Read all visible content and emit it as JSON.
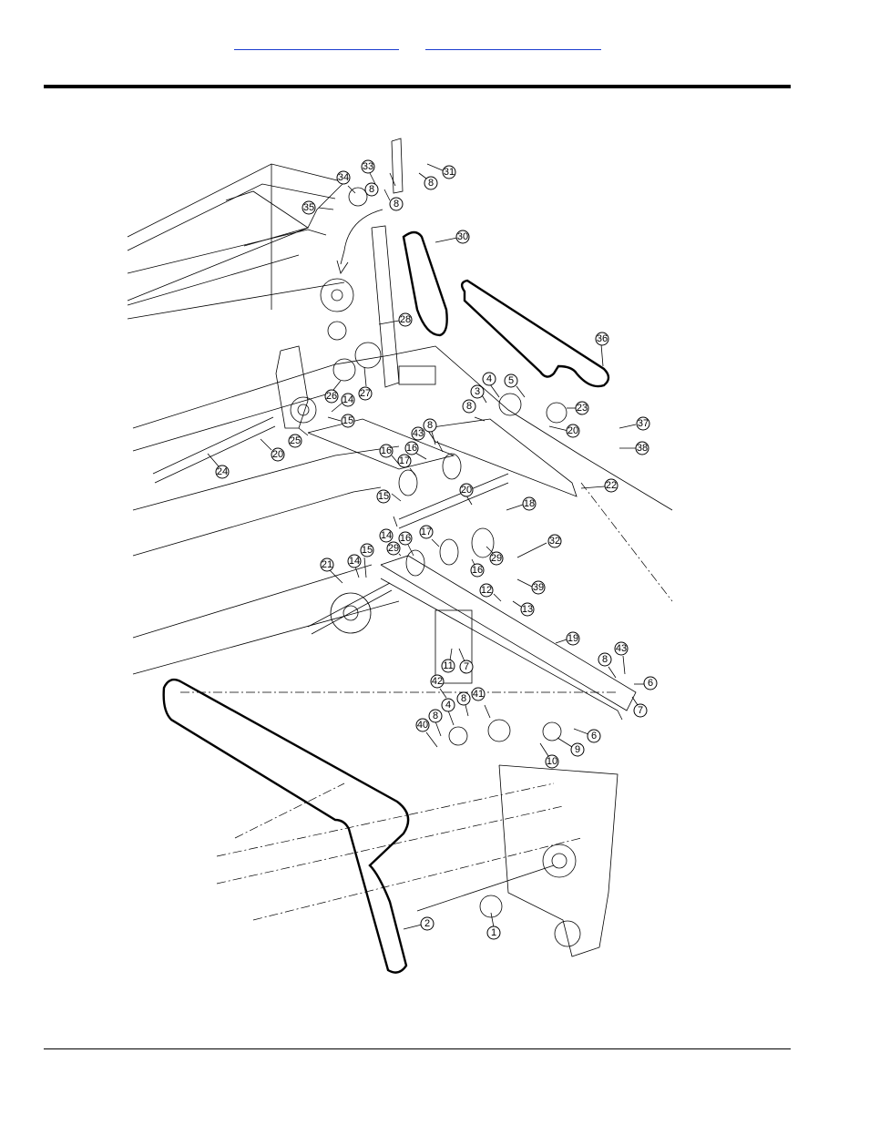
{
  "header": {
    "links": [
      "",
      ""
    ]
  },
  "diagram": {
    "callouts": [
      {
        "id": "c1",
        "label": "1"
      },
      {
        "id": "c2",
        "label": "2"
      },
      {
        "id": "c3",
        "label": "3"
      },
      {
        "id": "c4a",
        "label": "4"
      },
      {
        "id": "c4b",
        "label": "4"
      },
      {
        "id": "c5",
        "label": "5"
      },
      {
        "id": "c6a",
        "label": "6"
      },
      {
        "id": "c6b",
        "label": "6"
      },
      {
        "id": "c7a",
        "label": "7"
      },
      {
        "id": "c7b",
        "label": "7"
      },
      {
        "id": "c8a",
        "label": "8"
      },
      {
        "id": "c8b",
        "label": "8"
      },
      {
        "id": "c8c",
        "label": "8"
      },
      {
        "id": "c8d",
        "label": "8"
      },
      {
        "id": "c8e",
        "label": "8"
      },
      {
        "id": "c8f",
        "label": "8"
      },
      {
        "id": "c8g",
        "label": "8"
      },
      {
        "id": "c8h",
        "label": "8"
      },
      {
        "id": "c9",
        "label": "9"
      },
      {
        "id": "c10",
        "label": "10"
      },
      {
        "id": "c11",
        "label": "11"
      },
      {
        "id": "c12",
        "label": "12"
      },
      {
        "id": "c13",
        "label": "13"
      },
      {
        "id": "c14a",
        "label": "14"
      },
      {
        "id": "c14b",
        "label": "14"
      },
      {
        "id": "c14c",
        "label": "14"
      },
      {
        "id": "c15a",
        "label": "15"
      },
      {
        "id": "c15b",
        "label": "15"
      },
      {
        "id": "c15c",
        "label": "15"
      },
      {
        "id": "c16a",
        "label": "16"
      },
      {
        "id": "c16b",
        "label": "16"
      },
      {
        "id": "c16c",
        "label": "16"
      },
      {
        "id": "c16d",
        "label": "16"
      },
      {
        "id": "c17a",
        "label": "17"
      },
      {
        "id": "c17b",
        "label": "17"
      },
      {
        "id": "c18",
        "label": "18"
      },
      {
        "id": "c19",
        "label": "19"
      },
      {
        "id": "c20a",
        "label": "20"
      },
      {
        "id": "c20b",
        "label": "20"
      },
      {
        "id": "c20c",
        "label": "20"
      },
      {
        "id": "c21",
        "label": "21"
      },
      {
        "id": "c22",
        "label": "22"
      },
      {
        "id": "c23",
        "label": "23"
      },
      {
        "id": "c24",
        "label": "24"
      },
      {
        "id": "c25",
        "label": "25"
      },
      {
        "id": "c26",
        "label": "26"
      },
      {
        "id": "c27",
        "label": "27"
      },
      {
        "id": "c28",
        "label": "28"
      },
      {
        "id": "c29a",
        "label": "29"
      },
      {
        "id": "c29b",
        "label": "29"
      },
      {
        "id": "c30",
        "label": "30"
      },
      {
        "id": "c31",
        "label": "31"
      },
      {
        "id": "c32",
        "label": "32"
      },
      {
        "id": "c33",
        "label": "33"
      },
      {
        "id": "c34",
        "label": "34"
      },
      {
        "id": "c35",
        "label": "35"
      },
      {
        "id": "c36",
        "label": "36"
      },
      {
        "id": "c37",
        "label": "37"
      },
      {
        "id": "c38",
        "label": "38"
      },
      {
        "id": "c39",
        "label": "39"
      },
      {
        "id": "c40",
        "label": "40"
      },
      {
        "id": "c41",
        "label": "41"
      },
      {
        "id": "c42",
        "label": "42"
      },
      {
        "id": "c43a",
        "label": "43"
      },
      {
        "id": "c43b",
        "label": "43"
      }
    ]
  }
}
